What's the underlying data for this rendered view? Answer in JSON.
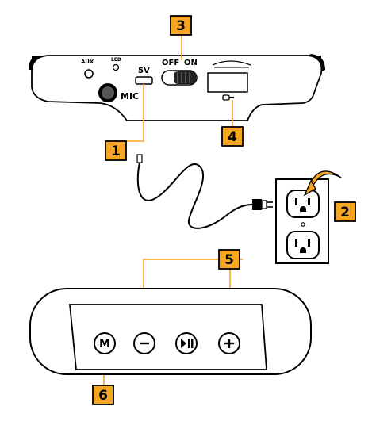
{
  "top_panel": {
    "aux": "AUX",
    "led": "LED",
    "five_v": "5V",
    "off": "OFF",
    "on": "ON",
    "mic": "MIC"
  },
  "callouts": {
    "c1": "1",
    "c2": "2",
    "c3": "3",
    "c4": "4",
    "c5": "5",
    "c6": "6"
  },
  "buttons": {
    "mode": "M"
  },
  "colors": {
    "callout_fill": "#f6a623",
    "leader_line": "#f6a623",
    "outline": "#000000"
  }
}
